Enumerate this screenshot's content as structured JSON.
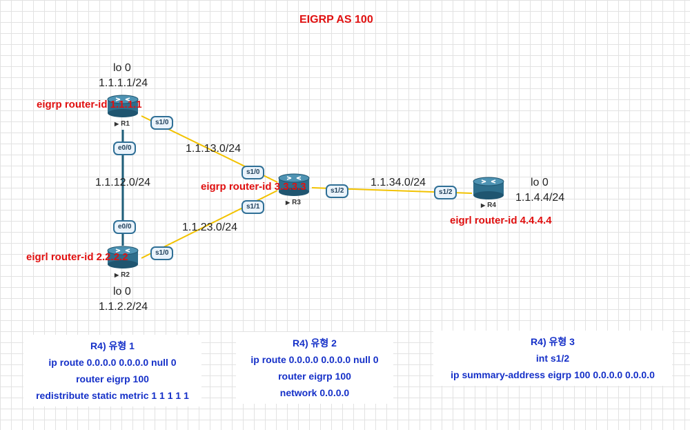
{
  "title": "EIGRP AS 100",
  "routers": [
    {
      "name": "R1",
      "router_id": "eigrp router-id 1.1.1.1",
      "loopback": "lo 0",
      "loopback_net": "1.1.1.1/24"
    },
    {
      "name": "R2",
      "router_id": "eigrl router-id 2.2.2.2",
      "loopback": "lo 0",
      "loopback_net": "1.1.2.2/24"
    },
    {
      "name": "R3",
      "router_id": "eigrp router-id 3.3.3.3"
    },
    {
      "name": "R4",
      "router_id": "eigrl router-id 4.4.4.4",
      "loopback": "lo 0",
      "loopback_net": "1.1.4.4/24"
    }
  ],
  "links": [
    {
      "subnet": "1.1.12.0/24",
      "ports": [
        "e0/0",
        "e0/0"
      ]
    },
    {
      "subnet": "1.1.13.0/24",
      "ports": [
        "s1/0",
        "s1/0"
      ]
    },
    {
      "subnet": "1.1.23.0/24",
      "ports": [
        "s1/0",
        "s1/1"
      ]
    },
    {
      "subnet": "1.1.34.0/24",
      "ports": [
        "s1/2",
        "s1/2"
      ]
    }
  ],
  "colors": {
    "title": "#e01010",
    "router_id": "#e01010",
    "config": "#1530c8",
    "serial_link": "#f2c200",
    "ethernet_link": "#1f5f7a",
    "router_body": "#2e6e8c"
  },
  "configs": [
    {
      "heading": "R4) 유형 1",
      "lines": [
        "ip route 0.0.0.0 0.0.0.0 null 0",
        "router eigrp 100",
        "redistribute static metric 1 1 1 1 1"
      ]
    },
    {
      "heading": "R4) 유형 2",
      "lines": [
        "ip route 0.0.0.0 0.0.0.0 null 0",
        "router eigrp 100",
        "network 0.0.0.0"
      ]
    },
    {
      "heading": "R4) 유형 3",
      "lines": [
        "int s1/2",
        "ip summary-address eigrp 100 0.0.0.0 0.0.0.0"
      ]
    }
  ]
}
